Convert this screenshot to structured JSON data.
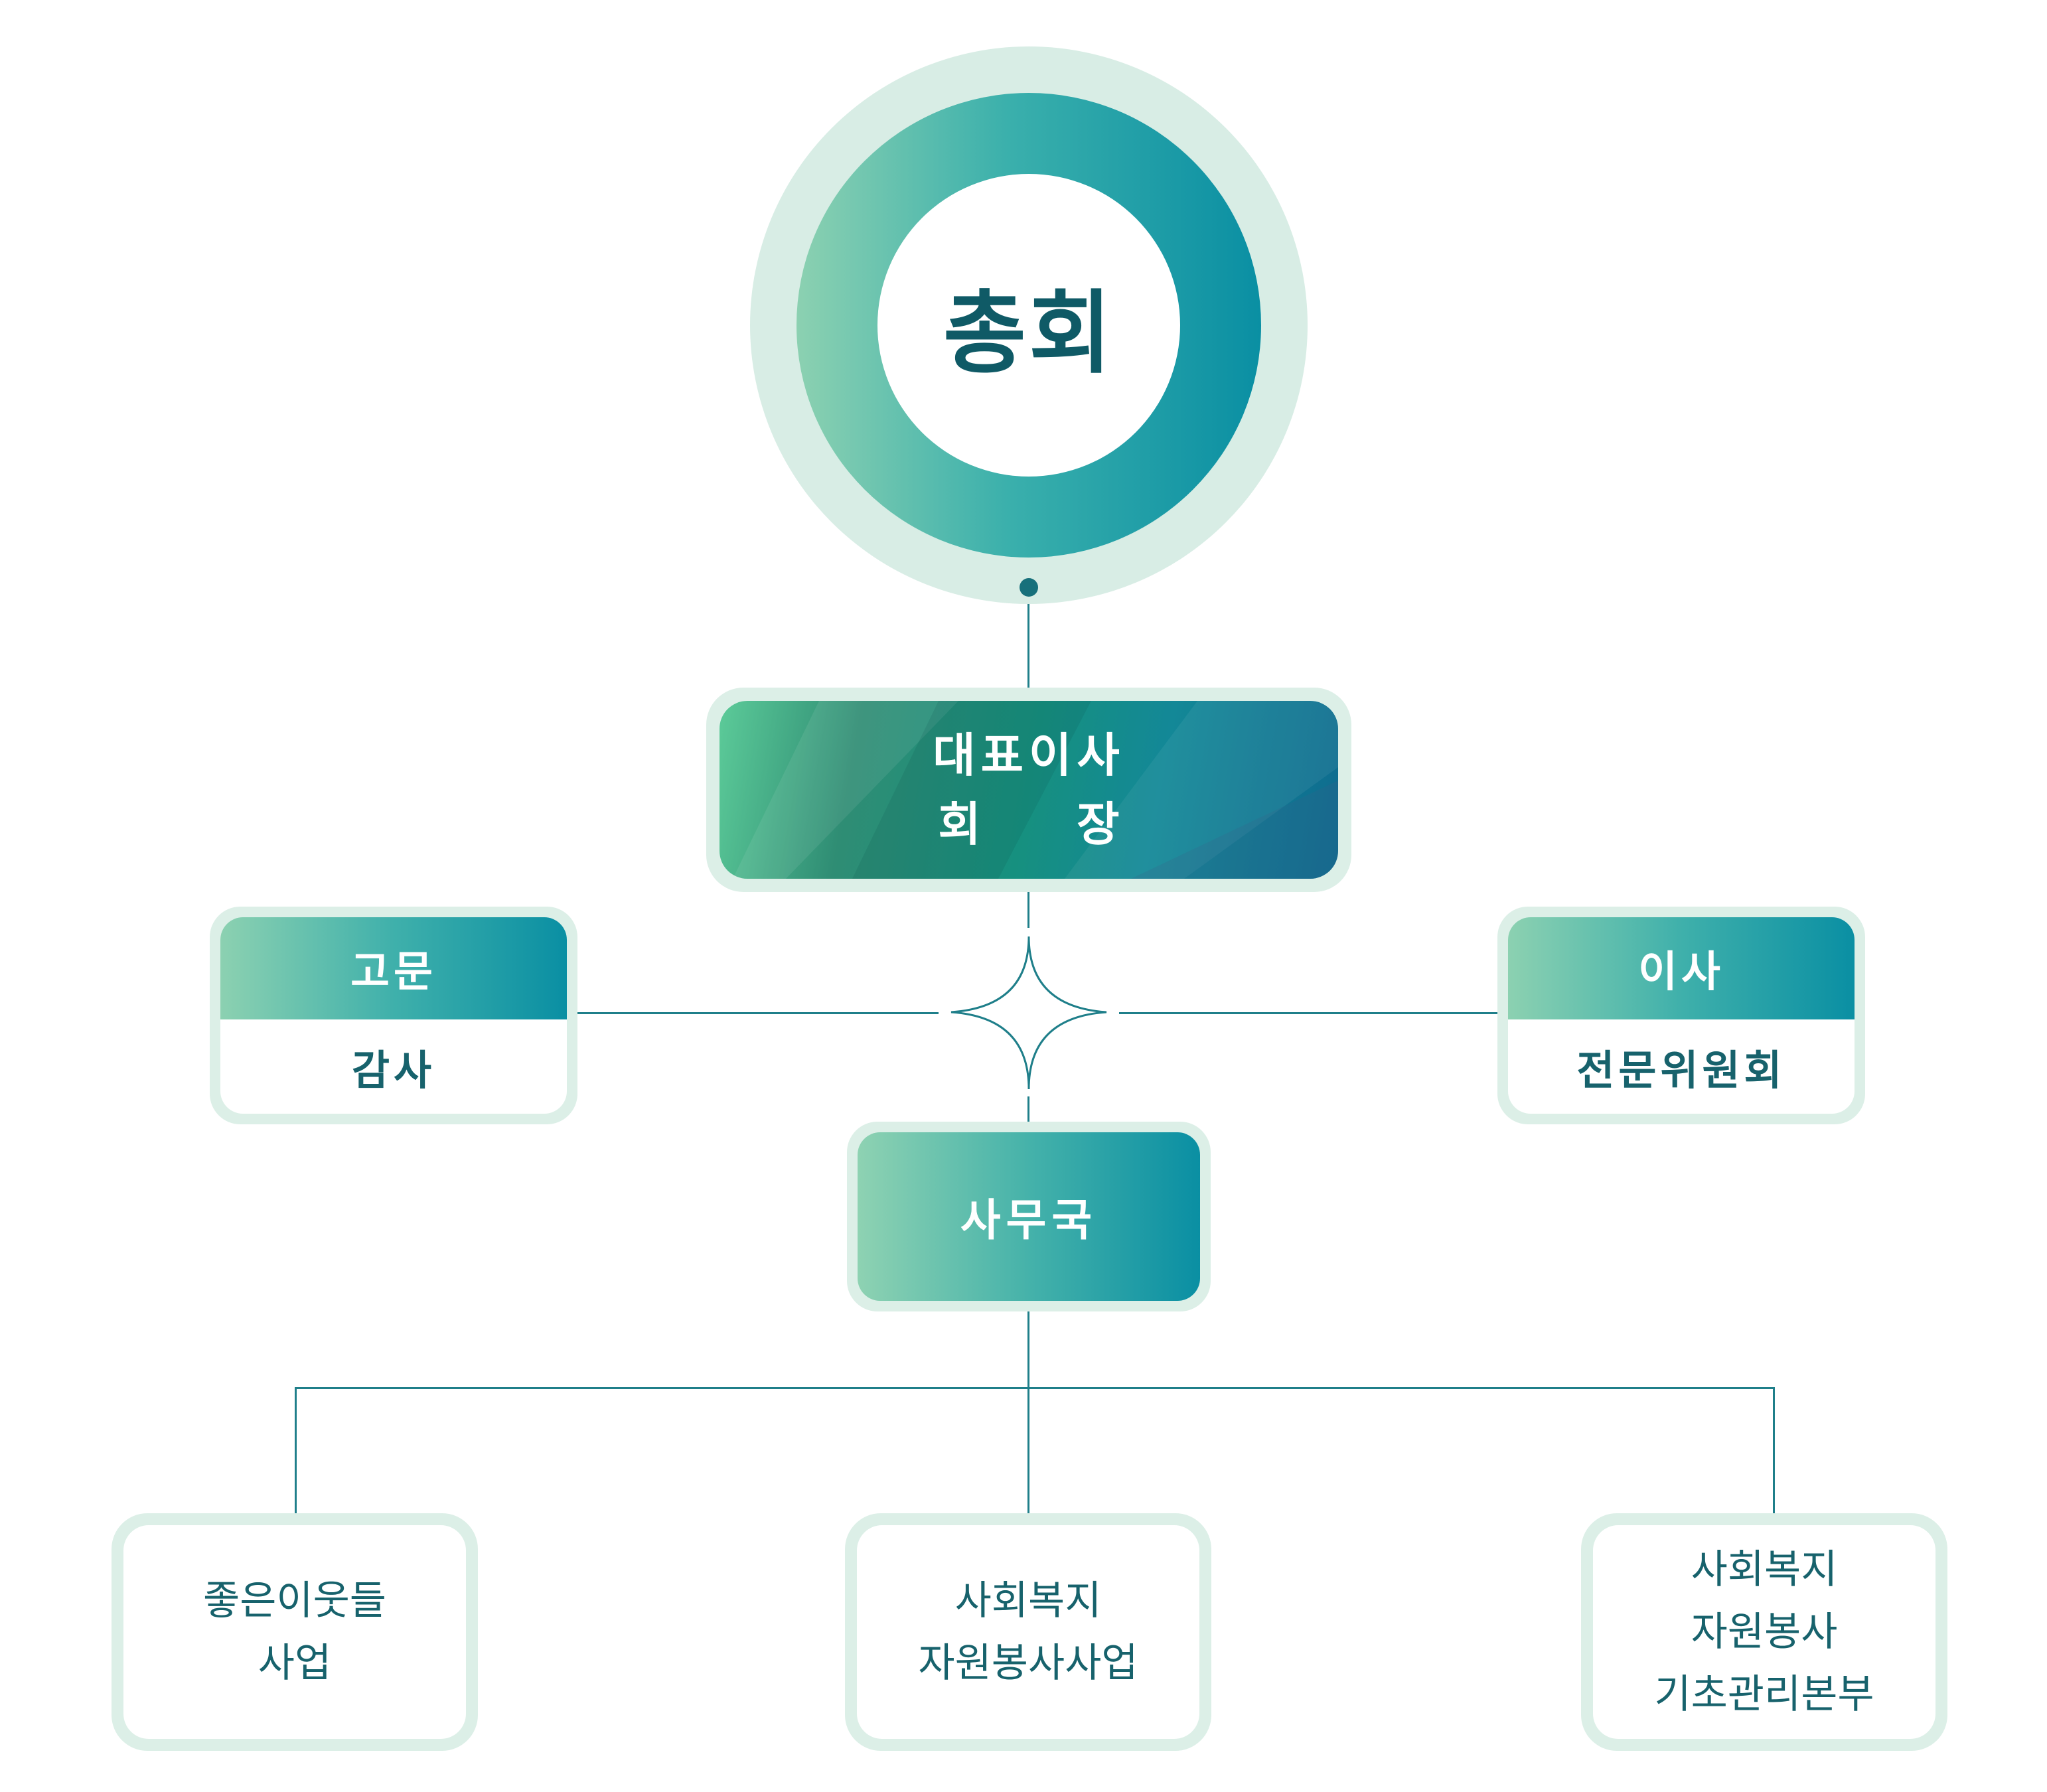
{
  "general_assembly": {
    "label": "총회"
  },
  "president": {
    "line1": "대표이사",
    "line2": "회 장"
  },
  "advisor_card": {
    "title": "고문",
    "subtitle": "감사"
  },
  "director_card": {
    "title": "이사",
    "subtitle": "전문위원회"
  },
  "secretariat": {
    "label": "사무국"
  },
  "departments": [
    {
      "lines": [
        "좋은이웃들",
        "사업"
      ]
    },
    {
      "lines": [
        "사회복지",
        "자원봉사사업"
      ]
    },
    {
      "lines": [
        "사회복지",
        "자원봉사",
        "기초관리본부"
      ]
    }
  ],
  "colors": {
    "teal_dark": "#0f5a66",
    "teal": "#0a8fa3",
    "mint": "#8cd1b1",
    "halo": "#d8ede5"
  }
}
